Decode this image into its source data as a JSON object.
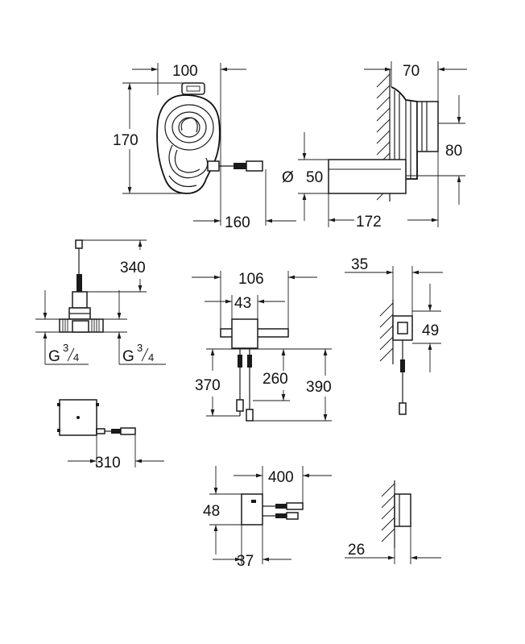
{
  "dimensions": {
    "v_100": "100",
    "v_170": "170",
    "v_160": "160",
    "v_70": "70",
    "v_80": "80",
    "v_50": "50",
    "dia_symbol": "Ø",
    "v_172": "172",
    "v_340": "340",
    "v_g34": "G",
    "frac_num": "3",
    "frac_den": "4",
    "v_106": "106",
    "v_43": "43",
    "v_370": "370",
    "v_260": "260",
    "v_390": "390",
    "v_35": "35",
    "v_49": "49",
    "v_310": "310",
    "v_400": "400",
    "v_48": "48",
    "v_37": "37",
    "v_26": "26"
  }
}
